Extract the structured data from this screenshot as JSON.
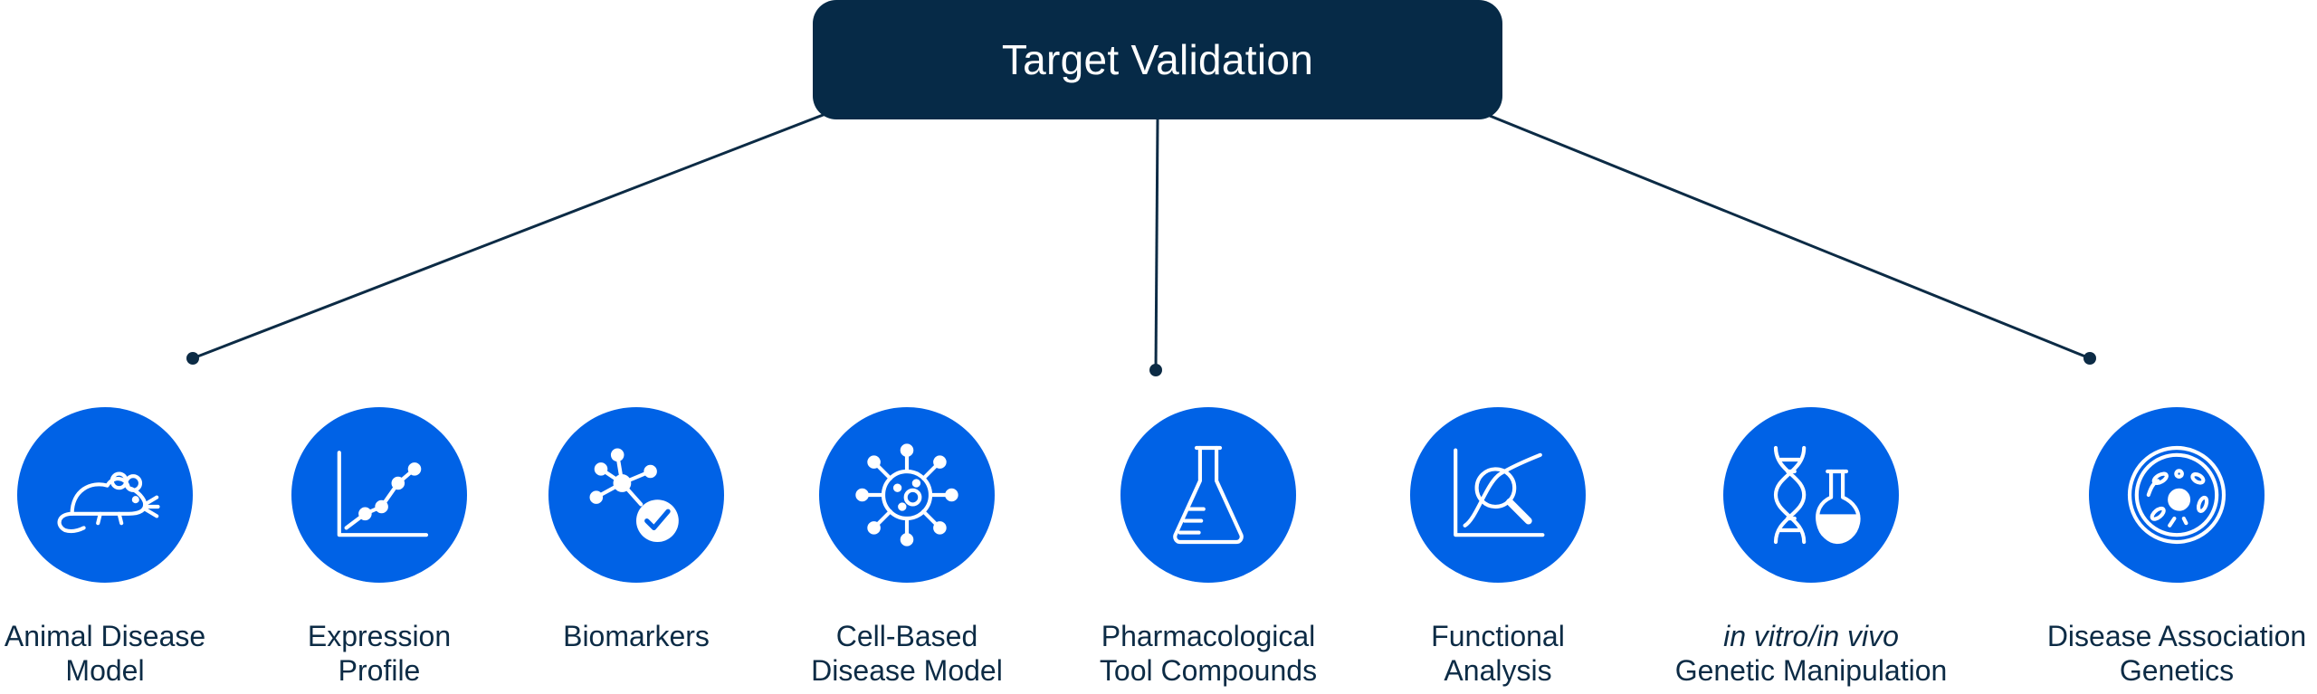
{
  "root": {
    "title": "Target Validation"
  },
  "colors": {
    "root_box": "#062a47",
    "connector": "#0c2b45",
    "circle": "#0062e6",
    "icon": "#ffffff",
    "label": "#0c2b45"
  },
  "nodes": [
    {
      "icon": "mouse-icon",
      "line1": "Animal Disease",
      "line2": "Model",
      "connected": true
    },
    {
      "icon": "line-chart-icon",
      "line1": "Expression",
      "line2": "Profile",
      "connected": false
    },
    {
      "icon": "molecule-check-icon",
      "line1": "Biomarkers",
      "line2": "",
      "connected": false
    },
    {
      "icon": "virus-cell-icon",
      "line1": "Cell-Based",
      "line2": "Disease Model",
      "connected": false
    },
    {
      "icon": "flask-icon",
      "line1": "Pharmacological",
      "line2": "Tool Compounds",
      "connected": true
    },
    {
      "icon": "chart-magnifier-icon",
      "line1": "Functional",
      "line2": "Analysis",
      "connected": false
    },
    {
      "icon": "dna-flask-icon",
      "line1": "in vitro/in vivo",
      "line2": "Genetic Manipulation",
      "connected": false
    },
    {
      "icon": "cell-icon",
      "line1": "Disease Association",
      "line2": "Genetics",
      "connected": true
    }
  ]
}
